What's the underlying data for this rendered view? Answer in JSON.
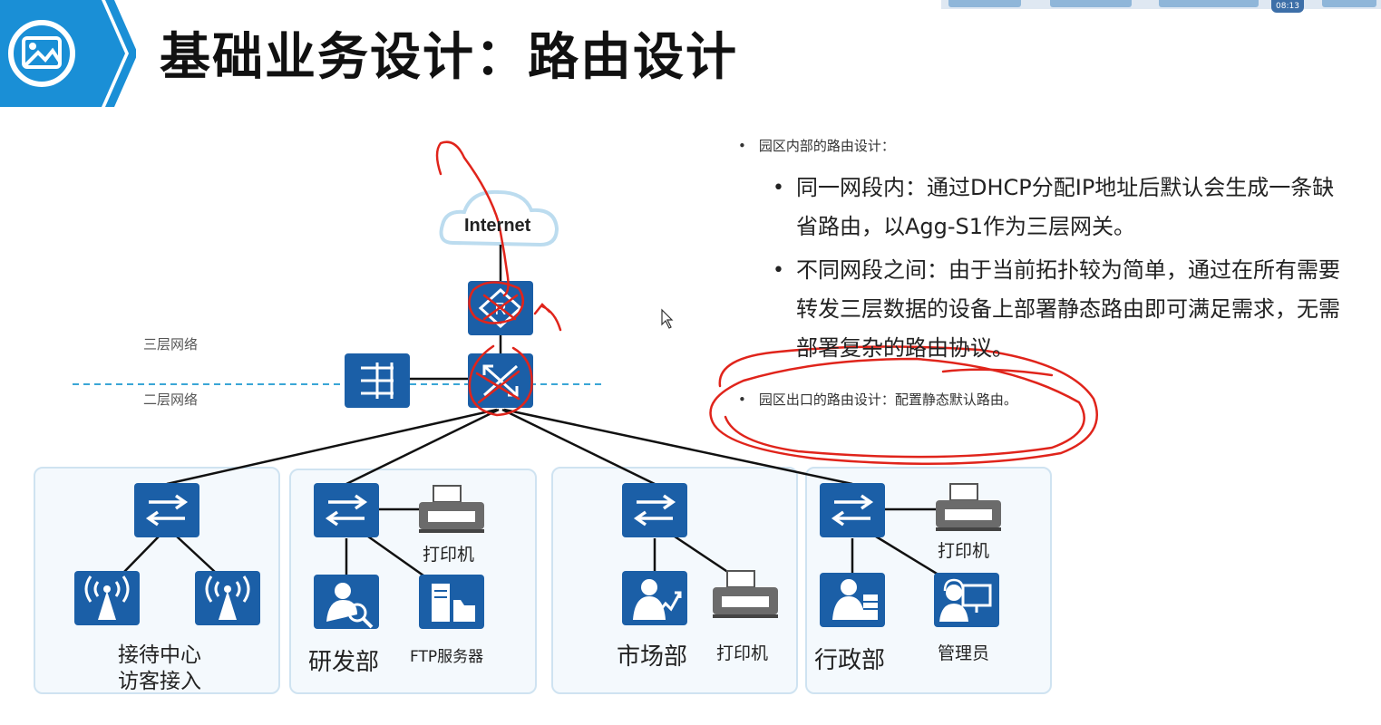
{
  "header": {
    "title": "基础业务设计：路由设计",
    "badge_icon": "image-icon",
    "clock_text": "08:13"
  },
  "diagram": {
    "internet_label": "Internet",
    "layer3_label": "三层网络",
    "layer2_label": "二层网络",
    "departments": [
      {
        "name": "接待中心\n访客接入",
        "line1": "接待中心",
        "line2": "访客接入",
        "devices": [
          "ap-icon",
          "ap-icon"
        ]
      },
      {
        "name": "研发部",
        "devices": [
          "printer",
          "developer",
          "ftp-server"
        ],
        "printer_label": "打印机",
        "server_label": "FTP服务器"
      },
      {
        "name": "市场部",
        "devices": [
          "marketing-user",
          "printer"
        ],
        "printer_label": "打印机"
      },
      {
        "name": "行政部",
        "devices": [
          "printer",
          "admin-user",
          "administrator"
        ],
        "printer_label": "打印机",
        "admin_label": "管理员"
      }
    ]
  },
  "bullets": {
    "intro": "园区内部的路由设计：",
    "items": [
      "同一网段内：通过DHCP分配IP地址后默认会生成一条缺省路由，以Agg-S1作为三层网关。",
      "不同网段之间：由于当前拓扑较为简单，通过在所有需要转发三层数据的设备上部署静态路由即可满足需求，无需部署复杂的路由协议。"
    ],
    "exit": "园区出口的路由设计：配置静态默认路由。"
  },
  "colors": {
    "accent_blue": "#1a8fd6",
    "device_blue": "#1b5fa7",
    "annotation_red": "#e0241b",
    "dashed_line": "#3aa6d6"
  }
}
